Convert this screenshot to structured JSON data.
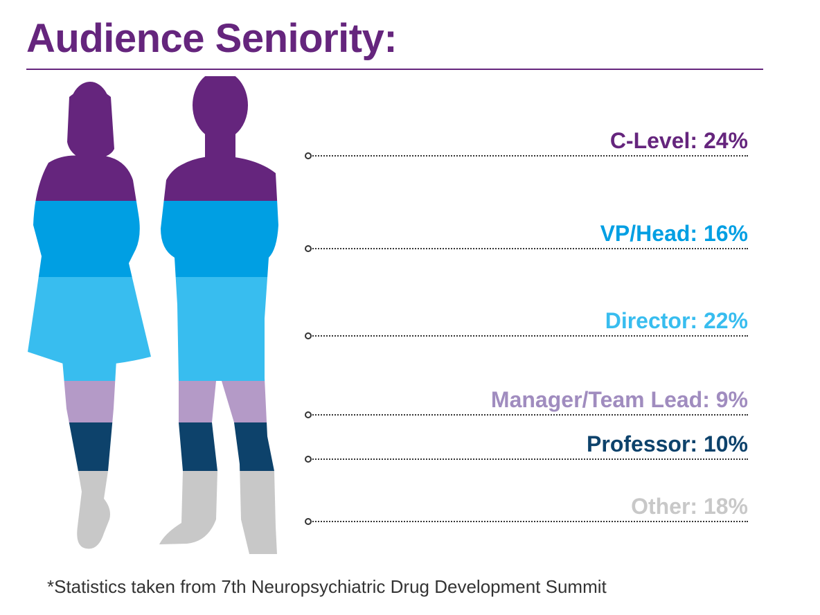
{
  "title": "Audience Seniority:",
  "footnote": "*Statistics taken from 7th Neuropsychiatric Drug Development Summit",
  "colors": {
    "title": "#65257d",
    "c_level": "#65257d",
    "vp_head": "#009fe3",
    "director": "#38bdef",
    "manager": "#b49ac7",
    "professor": "#0d426b",
    "other": "#c8c8c8"
  },
  "chart_data": {
    "type": "bar",
    "categories": [
      "C-Level",
      "VP/Head",
      "Director",
      "Manager/Team Lead",
      "Professor",
      "Other"
    ],
    "values": [
      24,
      16,
      22,
      9,
      10,
      18
    ],
    "unit": "%",
    "labels": [
      "C-Level: 24%",
      "VP/Head: 16%",
      "Director: 22%",
      "Manager/Team Lead: 9%",
      "Professor: 10%",
      "Other: 18%"
    ],
    "legend": "right"
  }
}
